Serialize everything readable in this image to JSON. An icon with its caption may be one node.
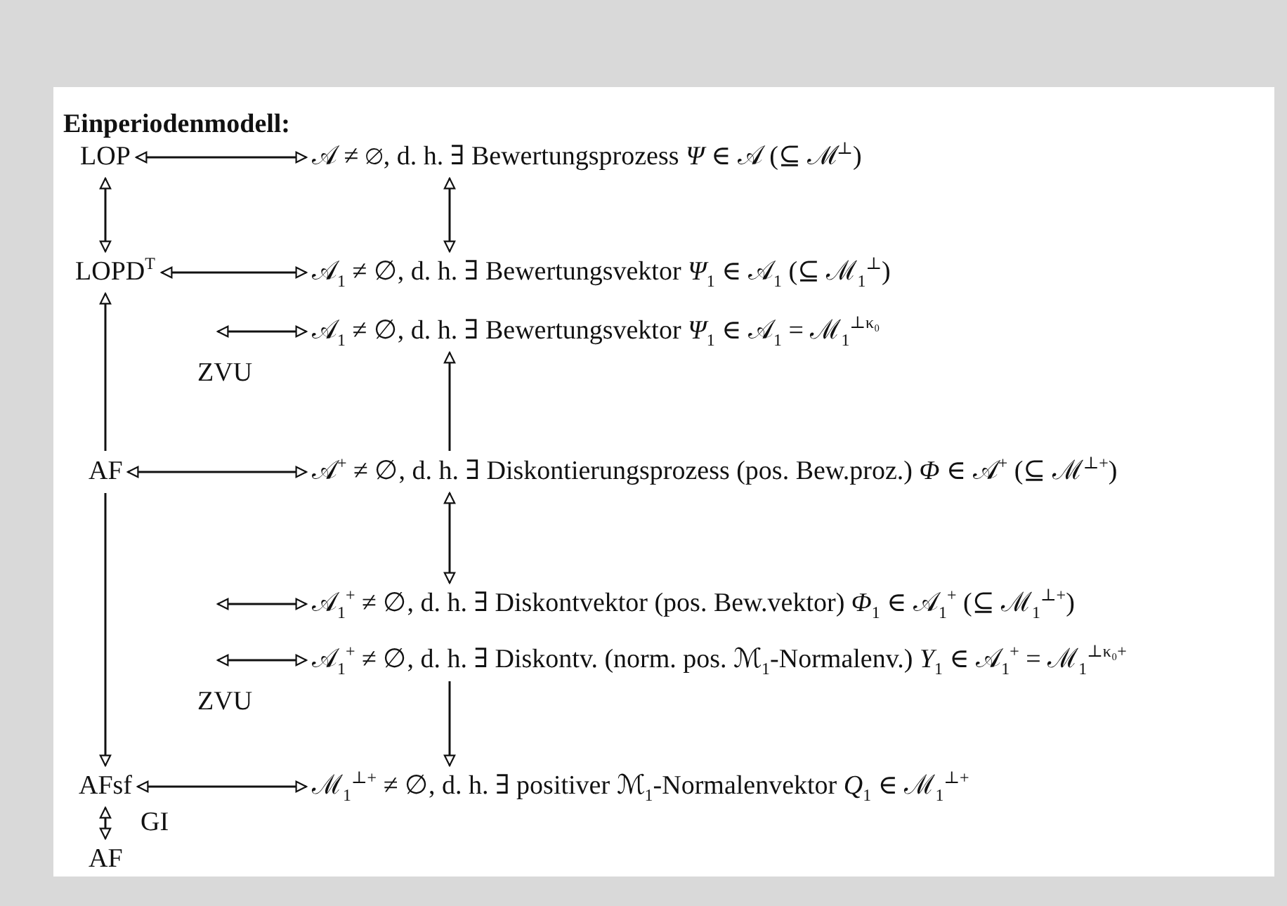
{
  "diagram": {
    "title": "Einperiodenmodell:",
    "nodes": [
      {
        "text": [
          "LOP"
        ]
      },
      {
        "text": [
          "𝒜 ≠ ∅,  d. h. ∃ Bewertungsprozess *Ψ* ∈ 𝒜 (⊆ ℳ$^{⊥}$)"
        ]
      },
      {
        "text": [
          "LOPD$^{T}$"
        ]
      },
      {
        "text": [
          "𝒜$_{1}$ ≠ ∅,  d. h. ∃ Bewertungsvektor *Ψ*$_{1}$ ∈ 𝒜$_{1}$ (⊆ ℳ$_{1}$$^{⊥}$)"
        ]
      },
      {
        "text": [
          "𝒜$_{1}$ ≠ ∅,  d. h. ∃ Bewertungsvektor *Ψ*$_{1}$ ∈ 𝒜$_{1}$ = ℳ$_{1}$$^{⊥κ₀}$"
        ]
      },
      {
        "text": [
          "AF"
        ]
      },
      {
        "text": [
          "𝒜$^{+}$ ≠ ∅, d. h. ∃ Diskontierungsprozess (pos. Bew.proz.) *Φ* ∈ 𝒜$^{+}$ (⊆ ℳ$^{⊥+}$)"
        ]
      },
      {
        "text": [
          "𝒜$_{1}$$^{+}$ ≠ ∅, d. h. ∃ Diskontvektor (pos. Bew.vektor) *Φ*$_{1}$ ∈ 𝒜$_{1}$$^{+}$ (⊆ ℳ$_{1}$$^{⊥+}$)"
        ]
      },
      {
        "text": [
          "𝒜$_{1}$$^{+}$ ≠ ∅, d. h. ∃ Diskontv. (norm. pos. ℳ$_{1}$-Normalenv.) *Y*$_{1}$ ∈ 𝒜$_{1}$$^{+}$ = ℳ$_{1}$$^{⊥κ₀+}$"
        ]
      },
      {
        "text": [
          "AFsf"
        ]
      },
      {
        "text": [
          "ℳ$_{1}$$^{⊥+}$ ≠ ∅, d. h. ∃ positiver ℳ$_{1}$-Normalenvektor *Q*$_{1}$ ∈ ℳ$_{1}$$^{⊥+}$"
        ]
      },
      {
        "text": [
          "AF"
        ]
      }
    ],
    "edges": [
      {
        "from": 0,
        "to": 1,
        "arrow": "both"
      },
      {
        "from": 0,
        "to": 2,
        "arrow": "both"
      },
      {
        "from": 1,
        "to": 3,
        "arrow": "both"
      },
      {
        "from": 2,
        "to": 3,
        "arrow": "both"
      },
      {
        "from": null,
        "to": 4,
        "arrow": "both",
        "label": "ZVU"
      },
      {
        "from": 5,
        "to": 2,
        "arrow": "to"
      },
      {
        "from": 6,
        "to": 4,
        "arrow": "to"
      },
      {
        "from": 5,
        "to": 6,
        "arrow": "both"
      },
      {
        "from": 6,
        "to": 7,
        "arrow": "both"
      },
      {
        "from": null,
        "to": 7,
        "arrow": "both"
      },
      {
        "from": null,
        "to": 8,
        "arrow": "both",
        "label": "ZVU"
      },
      {
        "from": 5,
        "to": 9,
        "arrow": "to"
      },
      {
        "from": 8,
        "to": 10,
        "arrow": "to"
      },
      {
        "from": 9,
        "to": 10,
        "arrow": "both"
      },
      {
        "from": 9,
        "to": 11,
        "arrow": "both",
        "label": "GI"
      }
    ]
  }
}
